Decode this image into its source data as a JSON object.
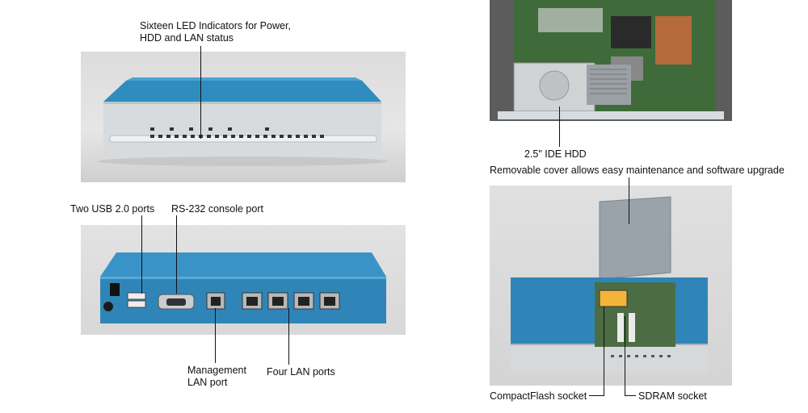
{
  "labels": {
    "led": "Sixteen LED Indicators for Power,",
    "led2": "HDD and LAN status",
    "usb": "Two USB 2.0 ports",
    "rs232": "RS-232 console port",
    "mgmt": "Management",
    "mgmt2": "LAN port",
    "lan": "Four LAN ports",
    "hdd": "2.5\" IDE HDD",
    "cover": "Removable cover allows easy maintenance and software upgrade",
    "cf": "CompactFlash socket",
    "sdram": "SDRAM socket"
  },
  "colors": {
    "chassis_blue": "#2f8cbf",
    "chassis_silver": "#d9dcde"
  }
}
